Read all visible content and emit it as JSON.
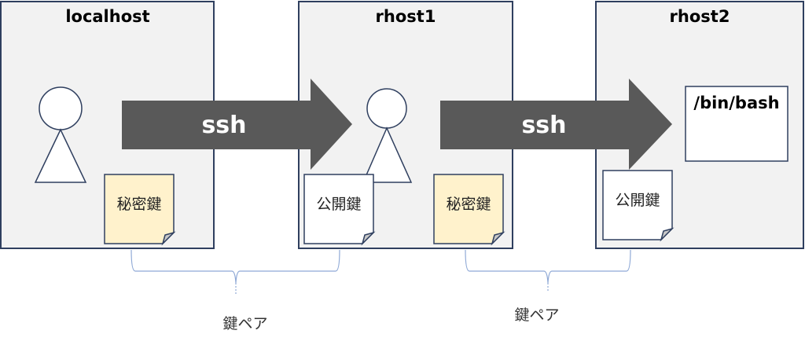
{
  "hosts": [
    {
      "name": "localhost"
    },
    {
      "name": "rhost1"
    },
    {
      "name": "rhost2"
    }
  ],
  "arrows": [
    {
      "label": "ssh"
    },
    {
      "label": "ssh"
    }
  ],
  "keys": {
    "private_1": "秘密鍵",
    "public_1": "公開鍵",
    "private_2": "秘密鍵",
    "public_2": "公開鍵"
  },
  "shell": "/bin/bash",
  "pairs": [
    {
      "label": "鍵ペア"
    },
    {
      "label": "鍵ペア"
    }
  ],
  "colors": {
    "private_key": "#fff2cc",
    "public_key": "#ffffff",
    "arrow": "#595959",
    "host": "#f2f2f2"
  }
}
